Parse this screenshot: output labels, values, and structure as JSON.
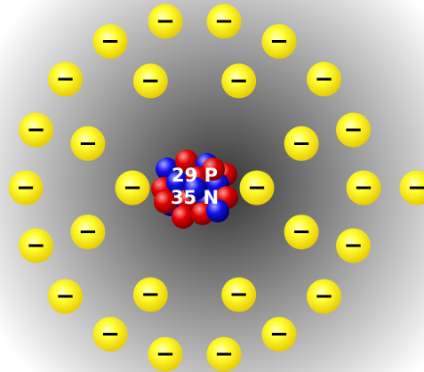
{
  "atom": {
    "protons": 29,
    "neutrons": 35,
    "nucleus_label_protons": "29 P",
    "nucleus_label_neutrons": "35 N",
    "electron_shells": [
      2,
      8,
      18,
      1
    ],
    "electron_glyph": "−"
  },
  "colors": {
    "background_center": "#333333",
    "background_edge": "#ffffff",
    "electron_fill": "#ffff33",
    "electron_edge": "#e6c800",
    "electron_sign": "#000000",
    "proton": "#e00000",
    "neutron": "#1111ee",
    "nucleus_text": "#ffffff"
  }
}
